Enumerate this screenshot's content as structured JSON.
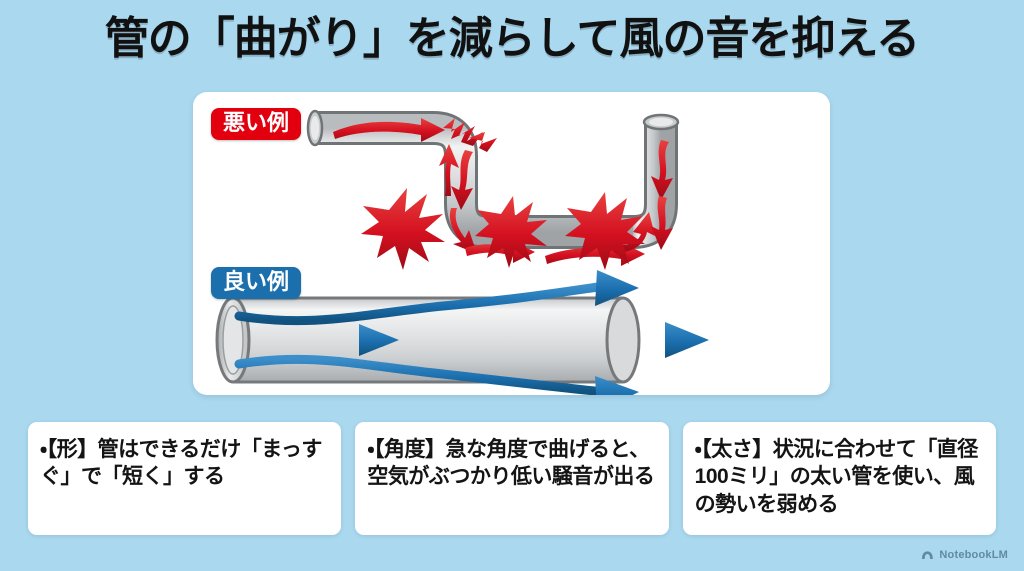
{
  "page": {
    "title": "管の「曲がり」を減らして風の音を抑える",
    "background_color": "#a9d8ef"
  },
  "diagram": {
    "bad": {
      "badge_label": "悪い例",
      "badge_color": "#e2000f",
      "flow_color": "#d7162a",
      "pipe_color": "#d6d8d9",
      "description": "急角度で曲がったZ字型の管。赤い乱流の矢印と衝突を示す爆発マーク。"
    },
    "good": {
      "badge_label": "良い例",
      "badge_color": "#1c6fad",
      "flow_color": "#1b6fae",
      "pipe_color": "#d6d8d9",
      "description": "まっすぐな太い管。青いなめらかな層流の矢印。"
    }
  },
  "cards": [
    {
      "text": "・【形】管はできるだけ「まっすぐ」で「短く」する"
    },
    {
      "text": "・【角度】急な角度で曲げると、空気がぶつかり低い騒音が出る"
    },
    {
      "text": "・【太さ】状況に合わせて「直径100ミリ」の太い管を使い、風の勢いを弱める"
    }
  ],
  "watermark": {
    "label": "NotebookLM",
    "icon": "notebooklm-icon"
  }
}
